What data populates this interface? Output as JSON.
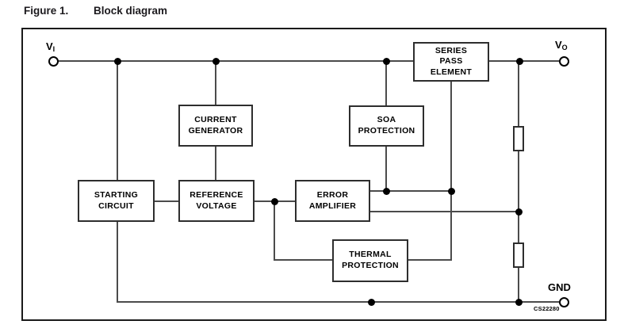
{
  "figure": {
    "label": "Figure 1.",
    "title": "Block diagram"
  },
  "diagram": {
    "blocks": {
      "series_pass": "SERIES\nPASS\nELEMENT",
      "current_generator": "CURRENT\nGENERATOR",
      "soa_protection": "SOA\nPROTECTION",
      "starting_circuit": "STARTING\nCIRCUIT",
      "reference_voltage": "REFERENCE\nVOLTAGE",
      "error_amplifier": "ERROR\nAMPLIFIER",
      "thermal_protection": "THERMAL\nPROTECTION"
    },
    "terminals": {
      "vi": {
        "main": "V",
        "sub": "I"
      },
      "vo": {
        "main": "V",
        "sub": "O"
      },
      "gnd": "GND"
    },
    "code": "CS22280",
    "colors": {
      "wire": "#4b4b4b",
      "block_border": "#2e2e2e",
      "junction_dot": "#000000",
      "text": "#000000",
      "frame": "#1a1a1a"
    }
  }
}
